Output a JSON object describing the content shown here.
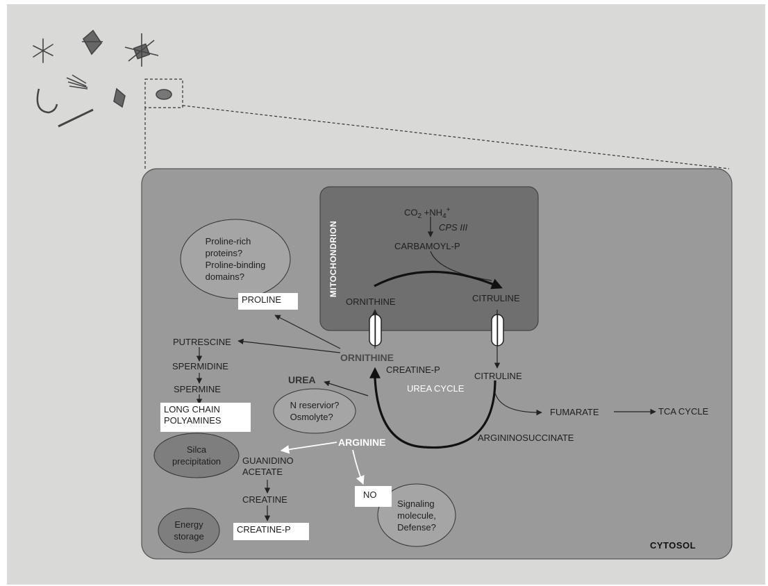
{
  "mitochondrion": {
    "label": "MITOCHONDRION",
    "co2": "CO",
    "co2_sub": "2",
    "nh4": "+NH",
    "nh4_sub": "4",
    "nh4_sup": "+",
    "enzyme": "CPS III",
    "carbamoyl": "CARBAMOYL-P",
    "ornithine": "ORNITHINE",
    "citruline": "CITRULINE"
  },
  "cytosol": {
    "label": "CYTOSOL",
    "ornithine": "ORNITHINE",
    "citruline": "CITRULINE",
    "creatine_p_center": "CREATINE-P",
    "urea_cycle": "UREA CYCLE",
    "urea": "UREA",
    "arginine": "ARGININE",
    "argininosuccinate": "ARGININOSUCCINATE",
    "fumarate": "FUMARATE",
    "tca": "TCA CYCLE",
    "proline": "PROLINE",
    "putrescine": "PUTRESCINE",
    "spermidine": "SPERMIDINE",
    "spermine": "SPERMINE",
    "long_chain_1": "LONG CHAIN",
    "long_chain_2": "POLYAMINES",
    "guanidino_1": "GUANIDINO",
    "guanidino_2": "ACETATE",
    "creatine": "CREATINE",
    "creatine_p": "CREATINE-P",
    "no": "NO"
  },
  "ovals": {
    "proline_rich": "Proline-rich\nproteins?\nProline-binding\ndomains?",
    "n_reservoir": "N reservior?\nOsmolyte?",
    "silica": "Silca\nprecipitation",
    "energy": "Energy\nstorage",
    "signaling": "Signaling\nmolecule,\nDefense?"
  },
  "colors": {
    "page": "#d9dad8",
    "cell": "#9a9a9a",
    "mito": "#6f6f6f",
    "oval_light": "#a5a5a5",
    "oval_dark": "#7e7e7e"
  }
}
